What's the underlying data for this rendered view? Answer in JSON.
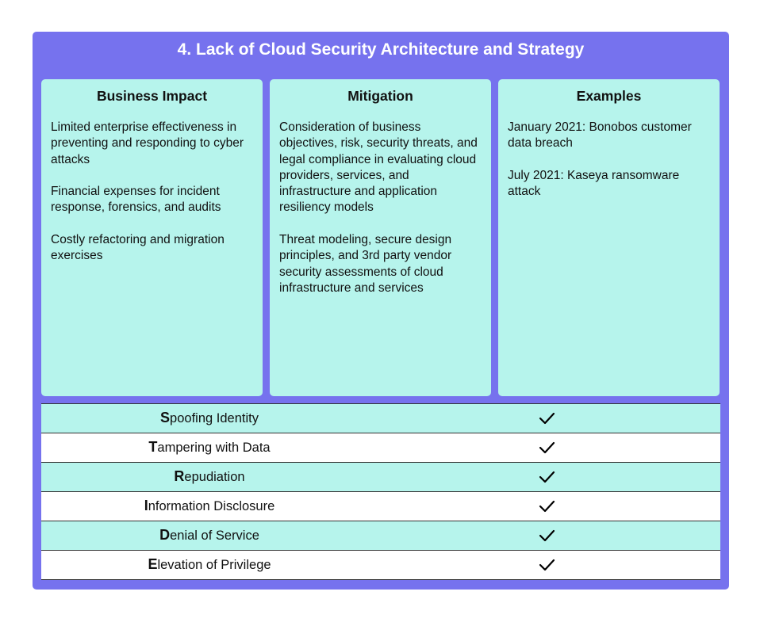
{
  "title": "4. Lack of Cloud Security Architecture and Strategy",
  "panels": [
    {
      "heading": "Business Impact",
      "paragraphs": [
        "Limited enterprise effectiveness in preventing and responding to cyber attacks",
        "Financial expenses for incident response, forensics, and audits",
        "Costly refactoring and migration exercises"
      ]
    },
    {
      "heading": "Mitigation",
      "paragraphs": [
        "Consideration of business objectives, risk, security threats, and legal compliance in evaluating cloud providers, services, and infrastructure and application resiliency models",
        "Threat modeling, secure design principles, and 3rd party vendor security assessments of cloud infrastructure and services"
      ]
    },
    {
      "heading": "Examples",
      "paragraphs": [
        "January 2021: Bonobos customer data breach",
        "July 2021: Kaseya ransomware attack"
      ]
    }
  ],
  "stride": [
    {
      "lead": "S",
      "rest": "poofing Identity",
      "checked": true
    },
    {
      "lead": "T",
      "rest": "ampering with Data",
      "checked": true
    },
    {
      "lead": "R",
      "rest": "epudiation",
      "checked": true
    },
    {
      "lead": "I",
      "rest": "nformation Disclosure",
      "checked": true
    },
    {
      "lead": "D",
      "rest": "enial of Service",
      "checked": true
    },
    {
      "lead": "E",
      "rest": "levation of Privilege",
      "checked": true
    }
  ],
  "colors": {
    "frame": "#7672ee",
    "panel": "#b6f4ec",
    "title_text": "#ffffff"
  },
  "icons": {
    "check": "checkmark-icon"
  }
}
